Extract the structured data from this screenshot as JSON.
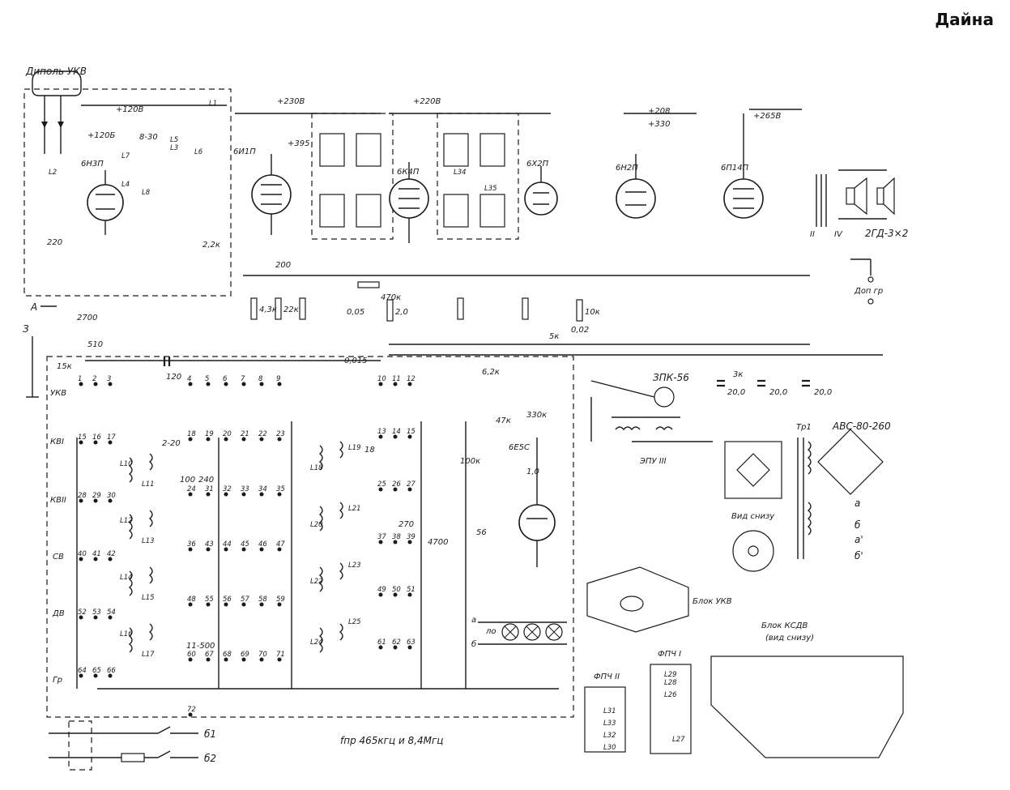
{
  "title": "Дайна",
  "labels": {
    "dipole": "Диполь УКВ",
    "b_120": "+120В",
    "b_230a": "+230В",
    "b_230b": "+220В",
    "b_208": "+208",
    "b_395": "+395",
    "b_265": "+265В",
    "b_330": "+330",
    "b_120b": "+120Б",
    "t_6n3p": "6Н3П",
    "t_6i1p": "6И1П",
    "t_6k4p_a": "6К4П",
    "t_6k4p_b": "6Х2П",
    "t_6n2p": "6Н2П",
    "t_6p14p": "6П14П",
    "t_6e5s": "6Е5С",
    "r_220": "220",
    "r_22k": "2,2к",
    "r_200": "200",
    "r_470k": "470к",
    "r_43k": "4,3к",
    "r_22k2": "22к",
    "r_2m": "2,0",
    "r_15k": "15к",
    "r_10k": "10к",
    "r_5k": "5к",
    "r_62k": "6,2к",
    "r_47k": "47к",
    "r_330k": "330к",
    "r_100k": "100к",
    "r_1m": "1,0",
    "r_3k": "3к",
    "c_2700": "2700",
    "c_510": "510",
    "c_120": "120",
    "c_0015": "0,015",
    "c_005": "0,05",
    "c_002": "0,02",
    "c_20a": "20,0",
    "c_20b": "20,0",
    "c_20c": "20,0",
    "c_100": "100",
    "c_240": "240",
    "c_270": "270",
    "c_4700": "4700",
    "c_56": "56",
    "c_18": "18",
    "c_11_500": "11-500",
    "c_2_20": "2-20",
    "c_8_30": "8-30",
    "band_ukv": "УКВ",
    "band_kv1": "КВI",
    "band_kv2": "КВII",
    "band_sv": "СВ",
    "band_dv": "ДВ",
    "band_gr": "Гр",
    "ant_a": "А",
    "ant_z": "З",
    "zpk": "ЗПК-56",
    "epu": "ЭПУ III",
    "rect": "АВС-80-260",
    "tr1": "Тр1",
    "speaker": "2ГД-3×2",
    "extra_spk": "Доп гр",
    "bottom_view": "Вид снизу",
    "ukv_block": "Блок УКВ",
    "ksdv_block": "Блок КСДВ",
    "ksdv_sub": "(вид снизу)",
    "fpch2": "ФПЧ II",
    "fpch1": "ФПЧ I",
    "if_freq": "fпр 465кгц и 8,4Мгц",
    "lamp_lo": "ло",
    "lamp_b": "б",
    "lamp_a": "а",
    "b1": "б1",
    "b2": "б2",
    "tr_a": "а",
    "tr_b": "б",
    "tr_a2": "а'",
    "tr_b2": "б'",
    "rom_ii": "II",
    "rom_iv": "IV",
    "l_pos": [
      "L1",
      "L2",
      "L3",
      "L4",
      "L5",
      "L6",
      "L7",
      "L8",
      "L10",
      "L11",
      "L12",
      "L13",
      "L14",
      "L15",
      "L16",
      "L17",
      "L18",
      "L19",
      "L20",
      "L21",
      "L22",
      "L23",
      "L24",
      "L25",
      "L26",
      "L27",
      "L28",
      "L29",
      "L30",
      "L31",
      "L32",
      "L33",
      "L34",
      "L35"
    ],
    "contacts_left": [
      "1",
      "2",
      "3",
      "15",
      "16",
      "17",
      "28",
      "29",
      "30",
      "40",
      "41",
      "42",
      "52",
      "53",
      "54",
      "64",
      "65",
      "66"
    ],
    "contacts_mid": [
      "4",
      "5",
      "6",
      "7",
      "8",
      "9",
      "18",
      "19",
      "20",
      "21",
      "22",
      "23",
      "24",
      "31",
      "32",
      "33",
      "34",
      "35",
      "36",
      "43",
      "44",
      "45",
      "46",
      "47",
      "48",
      "55",
      "56",
      "57",
      "58",
      "59",
      "60",
      "67",
      "68",
      "69",
      "70",
      "71",
      "72"
    ],
    "contacts_right": [
      "10",
      "11",
      "12",
      "13",
      "14",
      "15",
      "25",
      "26",
      "27",
      "37",
      "38",
      "39",
      "49",
      "50",
      "51",
      "61",
      "62",
      "63"
    ]
  }
}
